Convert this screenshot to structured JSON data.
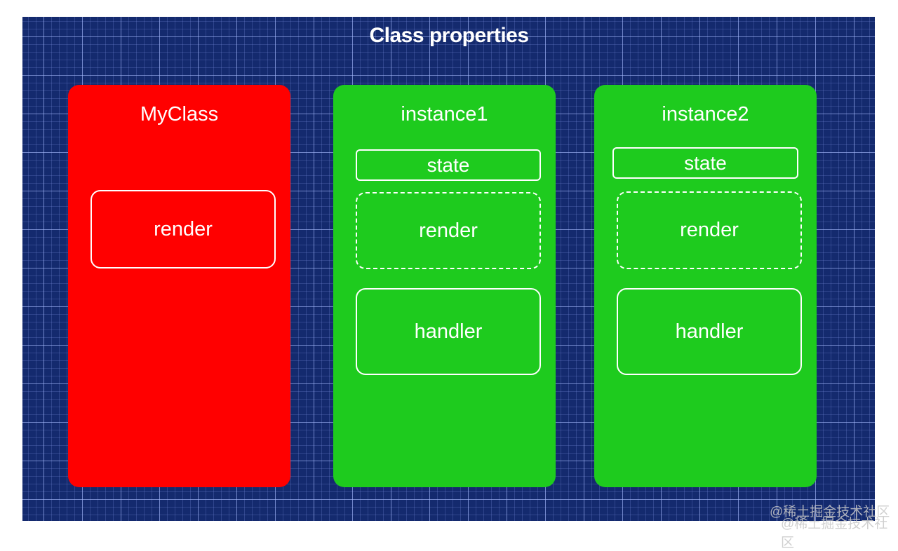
{
  "title": "Class properties",
  "colors": {
    "background": "#142a6e",
    "class": "#ff0000",
    "instance": "#1ecb1e",
    "border": "#ffffff"
  },
  "boxes": [
    {
      "label": "MyClass",
      "items": [
        "render"
      ]
    },
    {
      "label": "instance1",
      "items": [
        "state",
        "render",
        "handler"
      ]
    },
    {
      "label": "instance2",
      "items": [
        "state",
        "render",
        "handler"
      ]
    }
  ],
  "watermark": "@稀土掘金技术社区"
}
